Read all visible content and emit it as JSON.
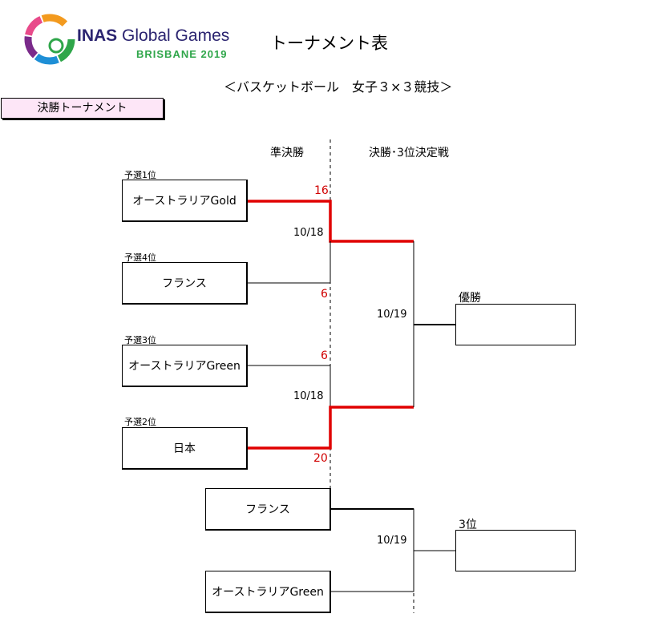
{
  "header": {
    "brand_main_bold": "INAS",
    "brand_main_rest": " Global Games",
    "brand_sub": "BRISBANE 2019",
    "title": "トーナメント表",
    "subtitle": "＜バスケットボール　女子３×３競技＞"
  },
  "section": {
    "label": "決勝トーナメント"
  },
  "rounds": {
    "semifinal": "準決勝",
    "final": "決勝･3位決定戦"
  },
  "seeds": [
    "予選1位",
    "予選4位",
    "予選3位",
    "予選2位"
  ],
  "teams": {
    "sf1_top": "オーストラリアGold",
    "sf1_bottom": "フランス",
    "sf2_top": "オーストラリアGreen",
    "sf2_bottom": "日本",
    "third_top": "フランス",
    "third_bottom": "オーストラリアGreen"
  },
  "scores": {
    "sf1_top": "16",
    "sf1_bottom": "6",
    "sf2_top": "6",
    "sf2_bottom": "20"
  },
  "dates": {
    "sf1": "10/18",
    "sf2": "10/18",
    "final": "10/19",
    "third": "10/19"
  },
  "results": {
    "champion_label": "優勝",
    "third_label": "3位"
  },
  "colors": {
    "winner_line": "#e00000",
    "score_text": "#d00000",
    "section_bg": "#fde6f7",
    "brand_navy": "#2b2470",
    "brand_green": "#2fa64a"
  }
}
